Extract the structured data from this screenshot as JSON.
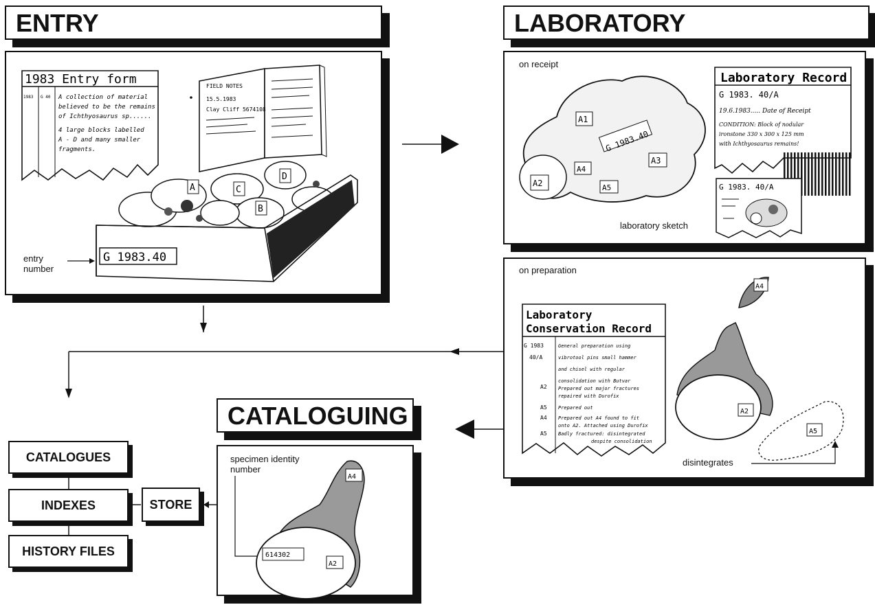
{
  "sections": {
    "entry": "ENTRY",
    "laboratory": "LABORATORY",
    "cataloguing": "CATALOGUING"
  },
  "entry_panel": {
    "entry_form_title": "1983 Entry form",
    "entry_form_lines": [
      "A collection of material",
      "believed to be the remains",
      "of Ichthyosaurus sp......",
      "4 large blocks labelled",
      "A - D and many smaller",
      "fragments."
    ],
    "field_notes_title": "FIELD NOTES",
    "field_notes_lines": [
      "15.5.1983",
      "Clay Cliff 5674108"
    ],
    "box_labels": [
      "A",
      "C",
      "D",
      "B"
    ],
    "box_number": "G 1983.40",
    "entry_number_label": "entry\nnumber"
  },
  "lab_receipt": {
    "caption": "on receipt",
    "rock_labels": [
      "A1",
      "A4",
      "G 1983.40",
      "A3",
      "A2",
      "A5"
    ],
    "record_title": "Laboratory Record",
    "record_lines": [
      "G 1983. 40/A",
      "19.6.1983..... Date of Receipt",
      "CONDITION: Block of nodular",
      "ironstone 330 x 300 x 125 mm",
      "with Ichthyosaurus remains!"
    ],
    "sketch_number": "G 1983. 40/A",
    "sketch_caption": "laboratory sketch"
  },
  "lab_preparation": {
    "caption": "on preparation",
    "record_title_line1": "Laboratory",
    "record_title_line2": "Conservation Record",
    "record_ids": [
      "G 1983",
      "40/A",
      "A2",
      "A5",
      "A4",
      "A5"
    ],
    "record_notes": [
      "General preparation using",
      "vibrotool pins small hammer",
      "and chisel with regular",
      "consolidation with Butvar",
      "Prepared out major fractures",
      "repaired with Durofix",
      "Prepared out",
      "Prepared out A4 found to fit",
      "onto A2. Attached using Durofix",
      "Badly fractured: disintegrated",
      "despite consolidation"
    ],
    "fragment_labels": [
      "A4",
      "A2",
      "A5"
    ],
    "disintegrates_label": "disintegrates"
  },
  "cataloguing_panel": {
    "identity_label": "specimen identity\nnumber",
    "specimen_labels": [
      "A4",
      "614302",
      "A2"
    ]
  },
  "outputs": {
    "store": "STORE",
    "catalogues": "CATALOGUES",
    "indexes": "INDEXES",
    "history_files": "HISTORY FILES"
  }
}
